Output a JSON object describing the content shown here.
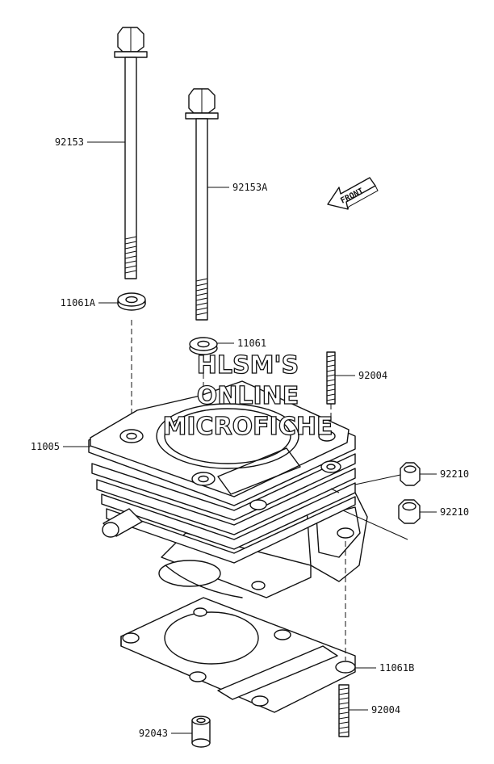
{
  "diagram": {
    "callouts": [
      {
        "id": "bolt-long",
        "label": "92153"
      },
      {
        "id": "bolt-short",
        "label": "92153A"
      },
      {
        "id": "washer-a",
        "label": "11061A"
      },
      {
        "id": "washer",
        "label": "11061"
      },
      {
        "id": "stud-upper",
        "label": "92004"
      },
      {
        "id": "cylinder",
        "label": "11005"
      },
      {
        "id": "nut-upper",
        "label": "92210"
      },
      {
        "id": "nut-lower",
        "label": "92210"
      },
      {
        "id": "gasket-washer",
        "label": "11061B"
      },
      {
        "id": "stud-lower",
        "label": "92004"
      },
      {
        "id": "dowel",
        "label": "92043"
      }
    ],
    "front_arrow_label": "FRONT",
    "watermark": [
      "HLSM'S",
      "ONLINE",
      "MICROFICHE"
    ]
  }
}
